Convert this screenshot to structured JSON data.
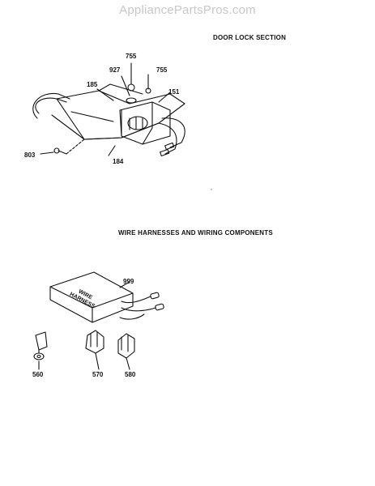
{
  "watermark": "AppliancePartsPros.com",
  "sections": {
    "door_lock": {
      "title": "DOOR LOCK SECTION",
      "parts": [
        "755",
        "927",
        "755",
        "185",
        "151",
        "803",
        "184"
      ]
    },
    "wire_harness": {
      "title": "WIRE HARNESSES AND WIRING COMPONENTS",
      "box_label_line1": "WIRE",
      "box_label_line2": "HARNESS",
      "parts": [
        "999",
        "560",
        "570",
        "580"
      ]
    }
  }
}
